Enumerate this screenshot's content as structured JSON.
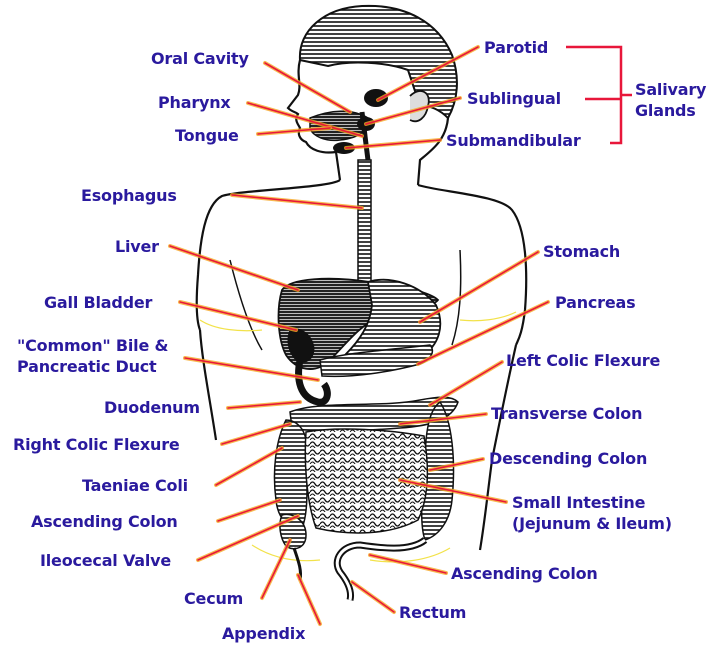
{
  "labels": {
    "oral_cavity": "Oral Cavity",
    "pharynx": "Pharynx",
    "tongue": "Tongue",
    "esophagus": "Esophagus",
    "liver": "Liver",
    "gall_bladder": "Gall Bladder",
    "common_bile_line1": "\"Common\" Bile &",
    "common_bile_line2": "Pancreatic Duct",
    "duodenum": "Duodenum",
    "right_colic_flexure": "Right Colic Flexure",
    "taeniae_coli": "Taeniae Coli",
    "ascending_colon_left": "Ascending Colon",
    "ileocecal_valve": "Ileocecal Valve",
    "cecum": "Cecum",
    "appendix": "Appendix",
    "parotid": "Parotid",
    "sublingual": "Sublingual",
    "submandibular": "Submandibular",
    "salivary_line1": "Salivary",
    "salivary_line2": "Glands",
    "stomach": "Stomach",
    "pancreas": "Pancreas",
    "left_colic_flexure": "Left Colic Flexure",
    "transverse_colon": "Transverse Colon",
    "descending_colon": "Descending Colon",
    "small_intestine_line1": "Small Intestine",
    "small_intestine_line2": "(Jejunum & Ileum)",
    "ascending_colon_right": "Ascending Colon",
    "rectum": "Rectum"
  },
  "colors": {
    "label_text": "#2a1a9e",
    "leader_line": "#e8173a",
    "leader_glow": "#f5a623",
    "outline": "#1a1a1a",
    "organ_fill": "#111111"
  }
}
